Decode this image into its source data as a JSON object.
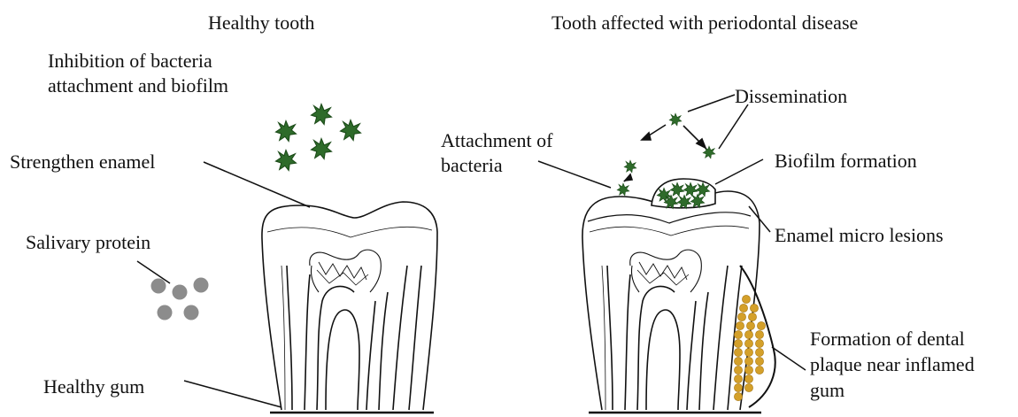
{
  "titles": {
    "healthy": "Healthy tooth",
    "diseased": "Tooth affected with periodontal disease"
  },
  "labels": {
    "inhibition_line1": "Inhibition of bacteria",
    "inhibition_line2": "attachment and biofilm",
    "strengthen_enamel": "Strengthen enamel",
    "salivary_protein": "Salivary protein",
    "healthy_gum": "Healthy gum",
    "dissemination": "Dissemination",
    "attachment_line1": "Attachment of",
    "attachment_line2": "bacteria",
    "biofilm_formation": "Biofilm formation",
    "enamel_micro_lesions": "Enamel micro lesions",
    "plaque_line1": "Formation of dental",
    "plaque_line2": "plaque near inflamed",
    "plaque_line3": "gum"
  },
  "colors": {
    "bacteria": "#2e6b2a",
    "bacteria_outline": "#1b4a18",
    "protein": "#8c8c8c",
    "plaque": "#d4a02a",
    "plaque_outline": "#a87814",
    "line": "#111111"
  },
  "icons": {
    "bacterium": "spiky-bacterium-icon",
    "protein": "protein-dot-icon",
    "plaque": "plaque-dot-icon"
  }
}
